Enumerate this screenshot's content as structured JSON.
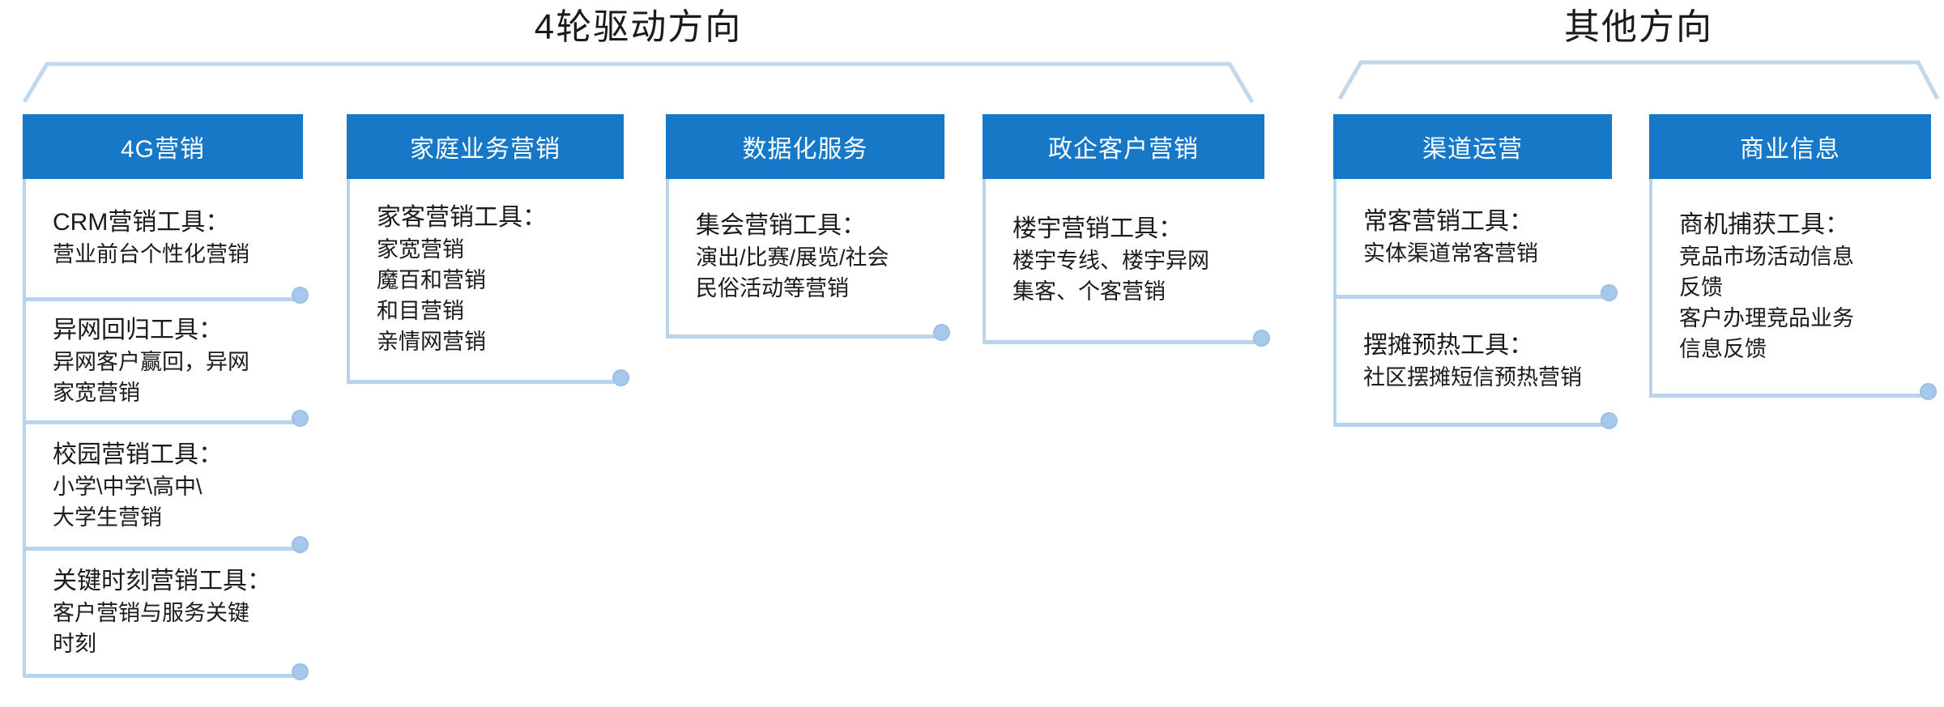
{
  "titles": {
    "group1": "4轮驱动方向",
    "group2": "其他方向"
  },
  "colors": {
    "header_bg": "#1878c8",
    "header_text": "#ffffff",
    "connector_line": "#b7d3ee",
    "bracket_line": "#c0d7ec",
    "dot_fill": "#a6c9ea",
    "text": "#1b1b1b",
    "background": "#ffffff"
  },
  "columns": [
    {
      "header": "4G营销",
      "items": [
        {
          "title": "CRM营销工具：",
          "body": "营业前台个性化营销"
        },
        {
          "title": "异网回归工具：",
          "body": "异网客户赢回，异网\n家宽营销"
        },
        {
          "title": "校园营销工具：",
          "body": "小学\\中学\\高中\\\n大学生营销"
        },
        {
          "title": "关键时刻营销工具：",
          "body": "客户营销与服务关键\n时刻"
        }
      ]
    },
    {
      "header": "家庭业务营销",
      "items": [
        {
          "title": "家客营销工具：",
          "body": "家宽营销\n魔百和营销\n和目营销\n亲情网营销"
        }
      ]
    },
    {
      "header": "数据化服务",
      "items": [
        {
          "title": "集会营销工具：",
          "body": "演出/比赛/展览/社会\n民俗活动等营销"
        }
      ]
    },
    {
      "header": "政企客户营销",
      "items": [
        {
          "title": "楼宇营销工具：",
          "body": "楼宇专线、楼宇异网\n集客、个客营销"
        }
      ]
    },
    {
      "header": "渠道运营",
      "items": [
        {
          "title": "常客营销工具：",
          "body": "实体渠道常客营销"
        },
        {
          "title": "摆摊预热工具：",
          "body": "社区摆摊短信预热营销"
        }
      ]
    },
    {
      "header": "商业信息",
      "items": [
        {
          "title": "商机捕获工具：",
          "body": "竞品市场活动信息\n反馈\n客户办理竞品业务\n信息反馈"
        }
      ]
    }
  ]
}
